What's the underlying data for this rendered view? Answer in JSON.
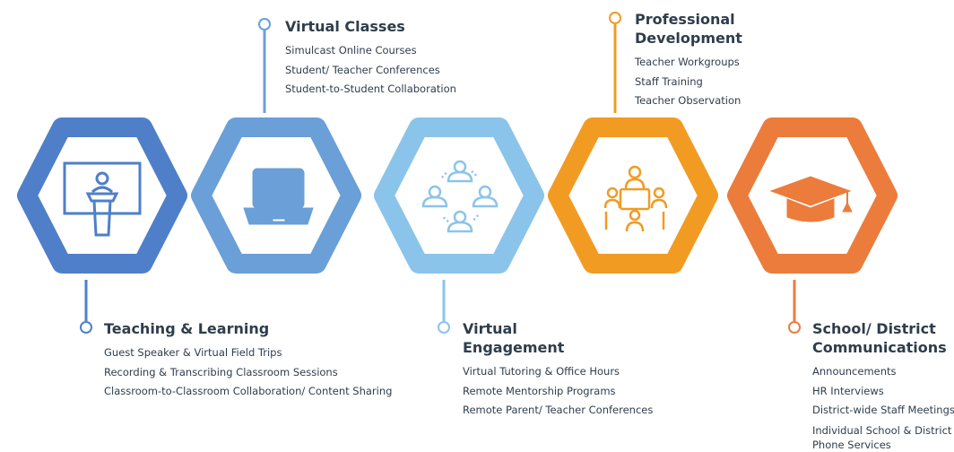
{
  "colors": {
    "hex_1": "#4f7fc8",
    "hex_2": "#6a9fd8",
    "hex_3": "#8bc4ea",
    "hex_4": "#f29b23",
    "hex_5": "#ec7c3c",
    "text": "#2f3d4c"
  },
  "stages": [
    {
      "icon": "presentation-podium-icon",
      "title": "Teaching & Learning",
      "items": [
        "Guest Speaker & Virtual Field Trips",
        "Recording & Transcribing Classroom Sessions",
        "Classroom-to-Classroom Collaboration/ Content Sharing"
      ]
    },
    {
      "icon": "laptop-icon",
      "title": "Virtual Classes",
      "items": [
        "Simulcast Online Courses",
        "Student/ Teacher Conferences",
        "Student-to-Student Collaboration"
      ]
    },
    {
      "icon": "people-circle-icon",
      "title": "Virtual\nEngagement",
      "items": [
        "Virtual Tutoring & Office Hours",
        "Remote Mentorship Programs",
        "Remote Parent/ Teacher Conferences"
      ]
    },
    {
      "icon": "meeting-table-icon",
      "title": "Professional\nDevelopment",
      "items": [
        "Teacher Workgroups",
        "Staff Training",
        "Teacher Observation"
      ]
    },
    {
      "icon": "graduation-cap-icon",
      "title": "School/ District\nCommunications",
      "items": [
        "Announcements",
        "HR Interviews",
        "District-wide Staff Meetings",
        "Individual School & District\nPhone Services"
      ]
    }
  ]
}
